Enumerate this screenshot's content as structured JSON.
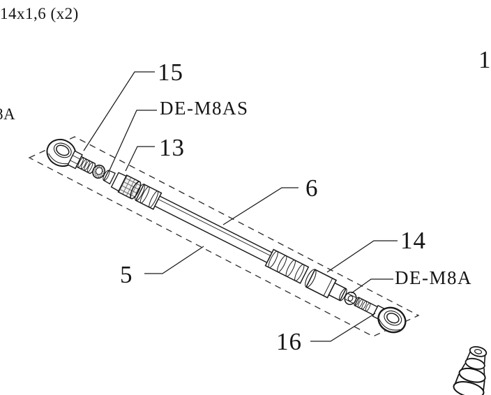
{
  "colors": {
    "paper": "#ffffff",
    "ink": "#1a1a1a"
  },
  "notes": {
    "thread_spec": "14x1,6 (x2)",
    "edge_fragment": "8A",
    "assembly_ref": "1"
  },
  "callouts": {
    "n15": "15",
    "code_left": "DE-M8AS",
    "n13": "13",
    "n6": "6",
    "n5": "5",
    "n14": "14",
    "code_right": "DE-M8A",
    "n16": "16"
  }
}
